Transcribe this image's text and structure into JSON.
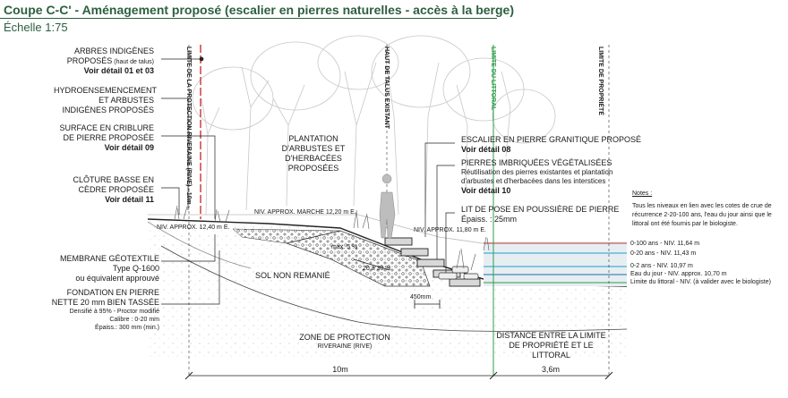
{
  "title": "Coupe C-C' - Aménagement proposé (escalier en pierres naturelles - accès à la berge)",
  "scale": "Échelle 1:75",
  "left_labels": {
    "trees": {
      "l1": "ARBRES INDIGÈNES",
      "l2a": "PROPOSÉS",
      "l2b": " (haut de talus)",
      "l3": "Voir détail 01 et 03"
    },
    "hydro": {
      "l1": "HYDROENSEMENCEMENT",
      "l2": "ET ARBUSTES",
      "l3": "INDIGÈNES PROPOSÉS"
    },
    "surface": {
      "l1": "SURFACE EN CRIBLURE",
      "l2": "DE PIERRE PROPOSÉE",
      "l3": "Voir détail 09"
    },
    "fence": {
      "l1": "CLÔTURE BASSE EN",
      "l2": "CÈDRE PROPOSÉE",
      "l3": "Voir détail 11"
    },
    "membrane": {
      "l1": "MEMBRANE GÉOTEXTILE",
      "l2": "Type Q-1600",
      "l3": "ou équivalent approuvé"
    },
    "foundation": {
      "l1": "FONDATION EN PIERRE",
      "l2": "NETTE 20 mm BIEN TASSÉE",
      "l3": "Densifié à 95% - Proctor modifié",
      "l4": "Calibre : 0-20 mm",
      "l5": "Épaiss.:  300 mm (min.)"
    }
  },
  "center_labels": {
    "plantation": {
      "l1": "PLANTATION",
      "l2": "D'ARBUSTES ET",
      "l3": "D'HERBACÉES",
      "l4": "PROPOSÉES"
    },
    "soil": "SOL NON REMANIÉ",
    "niv_march": "NIV. APPROX. MARCHE 12,20 m E.",
    "niv_1240": "NIV. APPROX. 12,40 m E.",
    "niv_1180": "NIV. APPROX. 11,80 m E.",
    "slope_5": "max. 5 %",
    "slope_20_30": "20 à 30 %",
    "w_450": "450mm"
  },
  "right_labels": {
    "stair": {
      "l1": "ESCALIER EN PIERRE GRANITIQUE PROPOSÉ",
      "l2": "Voir détail 08"
    },
    "stones": {
      "l1": "PIERRES IMBRIQUÉES VÉGÉTALISÉES",
      "l2": "Réutilisation des pierres existantes et plantation",
      "l3": "d'arbustes et d'herbacées dans les interstices",
      "l4": "Voir détail 10"
    },
    "bedding": {
      "l1": "LIT DE POSE EN POUSSIÈRE DE PIERRE",
      "l2": "Épaiss. : 25mm"
    }
  },
  "vertical_labels": {
    "limit_protection": "LIMITE DE LA PROTECTION RIVERAINE (RIVE) - 10m",
    "haut_talus": "HAUT DE TALUS EXISTANT",
    "limit_littoral": "LIMITE DU LITTORAL",
    "limit_property": "LIMITE DE PROPRIÉTÉ"
  },
  "notes": {
    "heading": "Notes :",
    "body1": "Tous les niveaux en lien avec les cotes de crue de",
    "body2": "récurrence 2-20-100 ans, l'eau du jour ainsi que le",
    "body3": "littoral ont été fournis par le biologiste."
  },
  "water_levels": [
    {
      "label": "0-100 ans - NIV. 11,64 m",
      "color": "#c0392b"
    },
    {
      "label": "0-20 ans - NIV. 11,43 m",
      "color": "#1a9fd0"
    },
    {
      "label": "0-2 ans - NIV. 10,97 m",
      "color": "#1a9fd0"
    },
    {
      "label": "Eau du jour - NIV. approx. 10,70 m",
      "color": "#1a6fb0"
    },
    {
      "label": "Limite du littoral - NIV. (à valider avec le biologiste)",
      "color": "#2e9e4a"
    }
  ],
  "zones": {
    "rive1": "ZONE DE PROTECTION",
    "rive2": "RIVERAINE (RIVE)",
    "rive_dim": "10m",
    "dist1": "DISTANCE ENTRE LA LIMITE",
    "dist2": "DE PROPRIÉTÉ ET LE",
    "dist3": "LITTORAL",
    "dist_dim": "3,6m"
  },
  "colors": {
    "accent_green": "#2c5f3f",
    "protection_red": "#cc1f1f",
    "littoral_green": "#2e9e4a",
    "water_blue": "#1a9fd0"
  }
}
